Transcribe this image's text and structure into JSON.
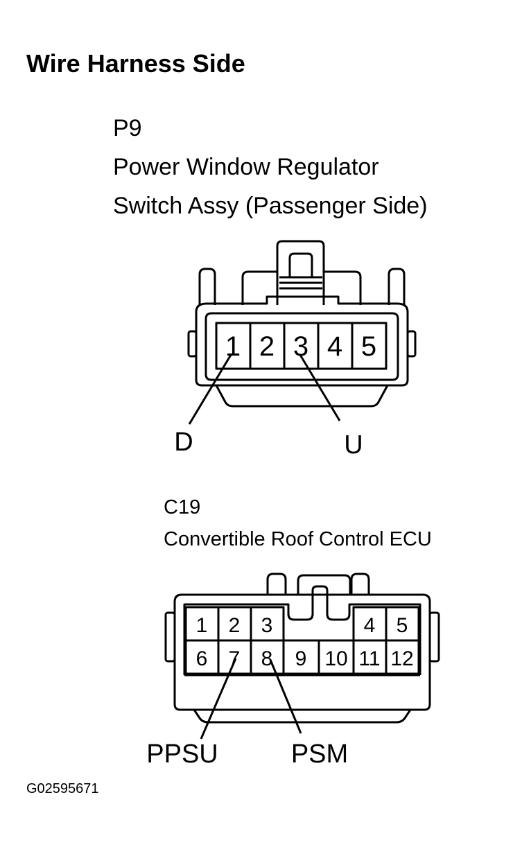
{
  "title": "Wire Harness Side",
  "connector_p9": {
    "id": "P9",
    "name_line1": "Power Window Regulator",
    "name_line2": "Switch Assy (Passenger Side)",
    "pins": [
      "1",
      "2",
      "3",
      "4",
      "5"
    ],
    "callouts": [
      {
        "pin": "1",
        "label": "D"
      },
      {
        "pin": "3",
        "label": "U"
      }
    ]
  },
  "connector_c19": {
    "id": "C19",
    "name": "Convertible Roof Control ECU",
    "pins_top": [
      "1",
      "2",
      "3",
      "",
      "",
      "4",
      "5"
    ],
    "pins_bottom": [
      "6",
      "7",
      "8",
      "9",
      "10",
      "11",
      "12"
    ],
    "callouts": [
      {
        "pin": "7",
        "label": "PPSU"
      },
      {
        "pin": "8",
        "label": "PSM"
      }
    ]
  },
  "figure_code": "G02595671"
}
